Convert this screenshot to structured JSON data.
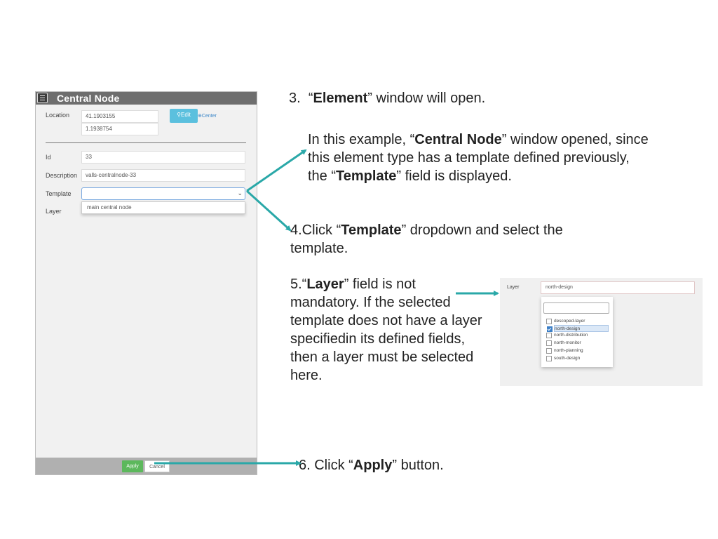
{
  "panel": {
    "title": "Central Node",
    "location_label": "Location",
    "lat": "41.1903155",
    "lon": "1.1938754",
    "edit_label": "Edit",
    "center_label": "Center",
    "id_label": "Id",
    "id_value": "33",
    "description_label": "Description",
    "description_value": "valls-centralnode-33",
    "template_label": "Template",
    "template_value": "",
    "template_option": "main central node",
    "layer_label": "Layer",
    "apply_label": "Apply",
    "cancel_label": "Cancel",
    "colors": {
      "header": "#6e6e6e",
      "apply": "#5cb85c",
      "edit": "#5bc0de"
    }
  },
  "steps": {
    "s3_num": "3.",
    "s3_q1": "“",
    "s3_bold": "Element",
    "s3_rest": "” window will open.",
    "para_a": "In this example, “",
    "para_bold1": "Central Node",
    "para_b": "” window opened, since this element type has a template defined previously, the  “",
    "para_bold2": "Template",
    "para_c": "” field is displayed.",
    "s4_a": "4.Click “",
    "s4_bold": "Template",
    "s4_b": "” dropdown and select the template.",
    "s5_a": "5.“",
    "s5_bold": "Layer",
    "s5_b": "” field is not mandatory. If the selected template does not have a layer specifiedin its defined fields, then a layer must be selected here.",
    "s6_a": "6. Click “",
    "s6_bold": "Apply",
    "s6_b": "” button."
  },
  "layer_shot": {
    "label": "Layer",
    "value": "north-design",
    "options": [
      "descoped-layer",
      "north-design",
      "north-distribution",
      "north-monitor",
      "north-planning",
      "south-design"
    ],
    "selected": "north-design"
  },
  "colors": {
    "arrow": "#2aa8a8"
  }
}
